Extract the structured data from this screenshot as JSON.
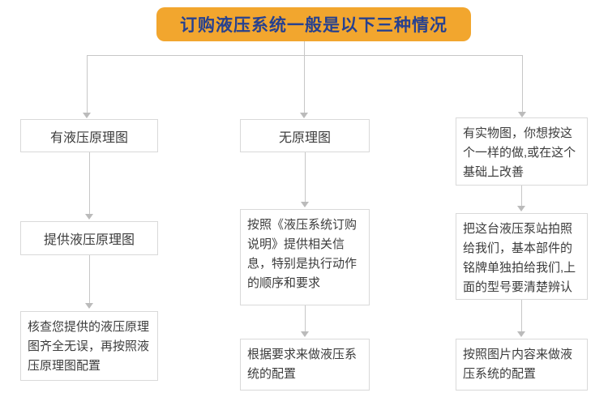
{
  "title": {
    "text": "订购液压系统一般是以下三种情况"
  },
  "colors": {
    "title_bg": "#F2A62E",
    "title_text": "#27418F",
    "box_border": "#D9D9D9",
    "connector_line": "#C7C7C7",
    "body_text": "#3C3C3C"
  },
  "flow": {
    "columns": [
      {
        "name": "has-schematic",
        "boxes": [
          "有液压原理图",
          "提供液压原理图",
          "核查您提供的液压原理图齐全无误，再按照液压原理图配置"
        ]
      },
      {
        "name": "no-schematic",
        "boxes": [
          "无原理图",
          "按照《液压系统订购说明》提供相关信息，特别是执行动作的顺序和要求",
          "根据要求来做液压系统的配置"
        ]
      },
      {
        "name": "has-photo",
        "boxes": [
          "有实物图，你想按这个一样的做,或在这个基础上改善",
          "把这台液压泵站拍照给我们，基本部件的铭牌单独拍给我们,上面的型号要清楚辨认",
          "按照图片内容来做液压系统的配置"
        ]
      }
    ]
  }
}
